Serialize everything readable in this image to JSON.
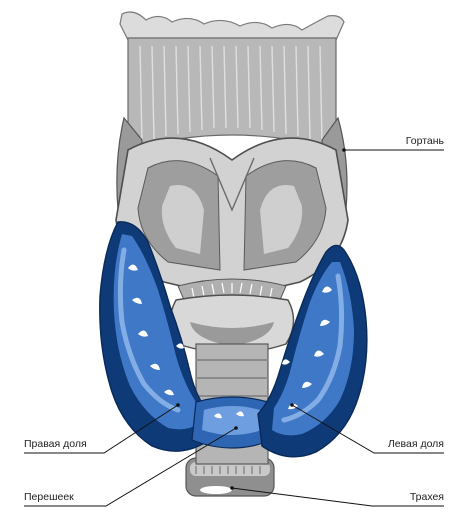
{
  "labels": {
    "larynx": "Гортань",
    "right_lobe": "Правая доля",
    "isthmus": "Перешеек",
    "left_lobe": "Левая доля",
    "trachea": "Трахея"
  },
  "colors": {
    "background": "#ffffff",
    "cartilage_light": "#e6e6e6",
    "cartilage_mid": "#bdbdbd",
    "cartilage_dark": "#8f8f8f",
    "cartilage_outline": "#5f5f5f",
    "gland_dark": "#0f3a78",
    "gland_mid": "#3f78c6",
    "gland_light": "#8fb6ea",
    "gland_highlight": "#ffffff",
    "leader_line": "#111111"
  }
}
